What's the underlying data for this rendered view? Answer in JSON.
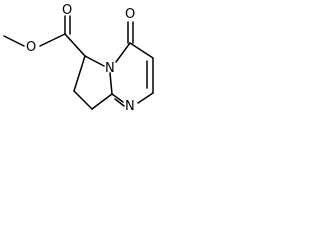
{
  "molecule": {
    "atoms": {
      "ester_carbonyl_oxygen": "O",
      "ester_ether_oxygen": "O",
      "ring_nitrogen_bridge": "N",
      "ring_nitrogen_lower": "N",
      "ketone_oxygen": "O"
    },
    "colors": {
      "bond": "#000000",
      "text": "#000000",
      "background": "#ffffff"
    }
  }
}
